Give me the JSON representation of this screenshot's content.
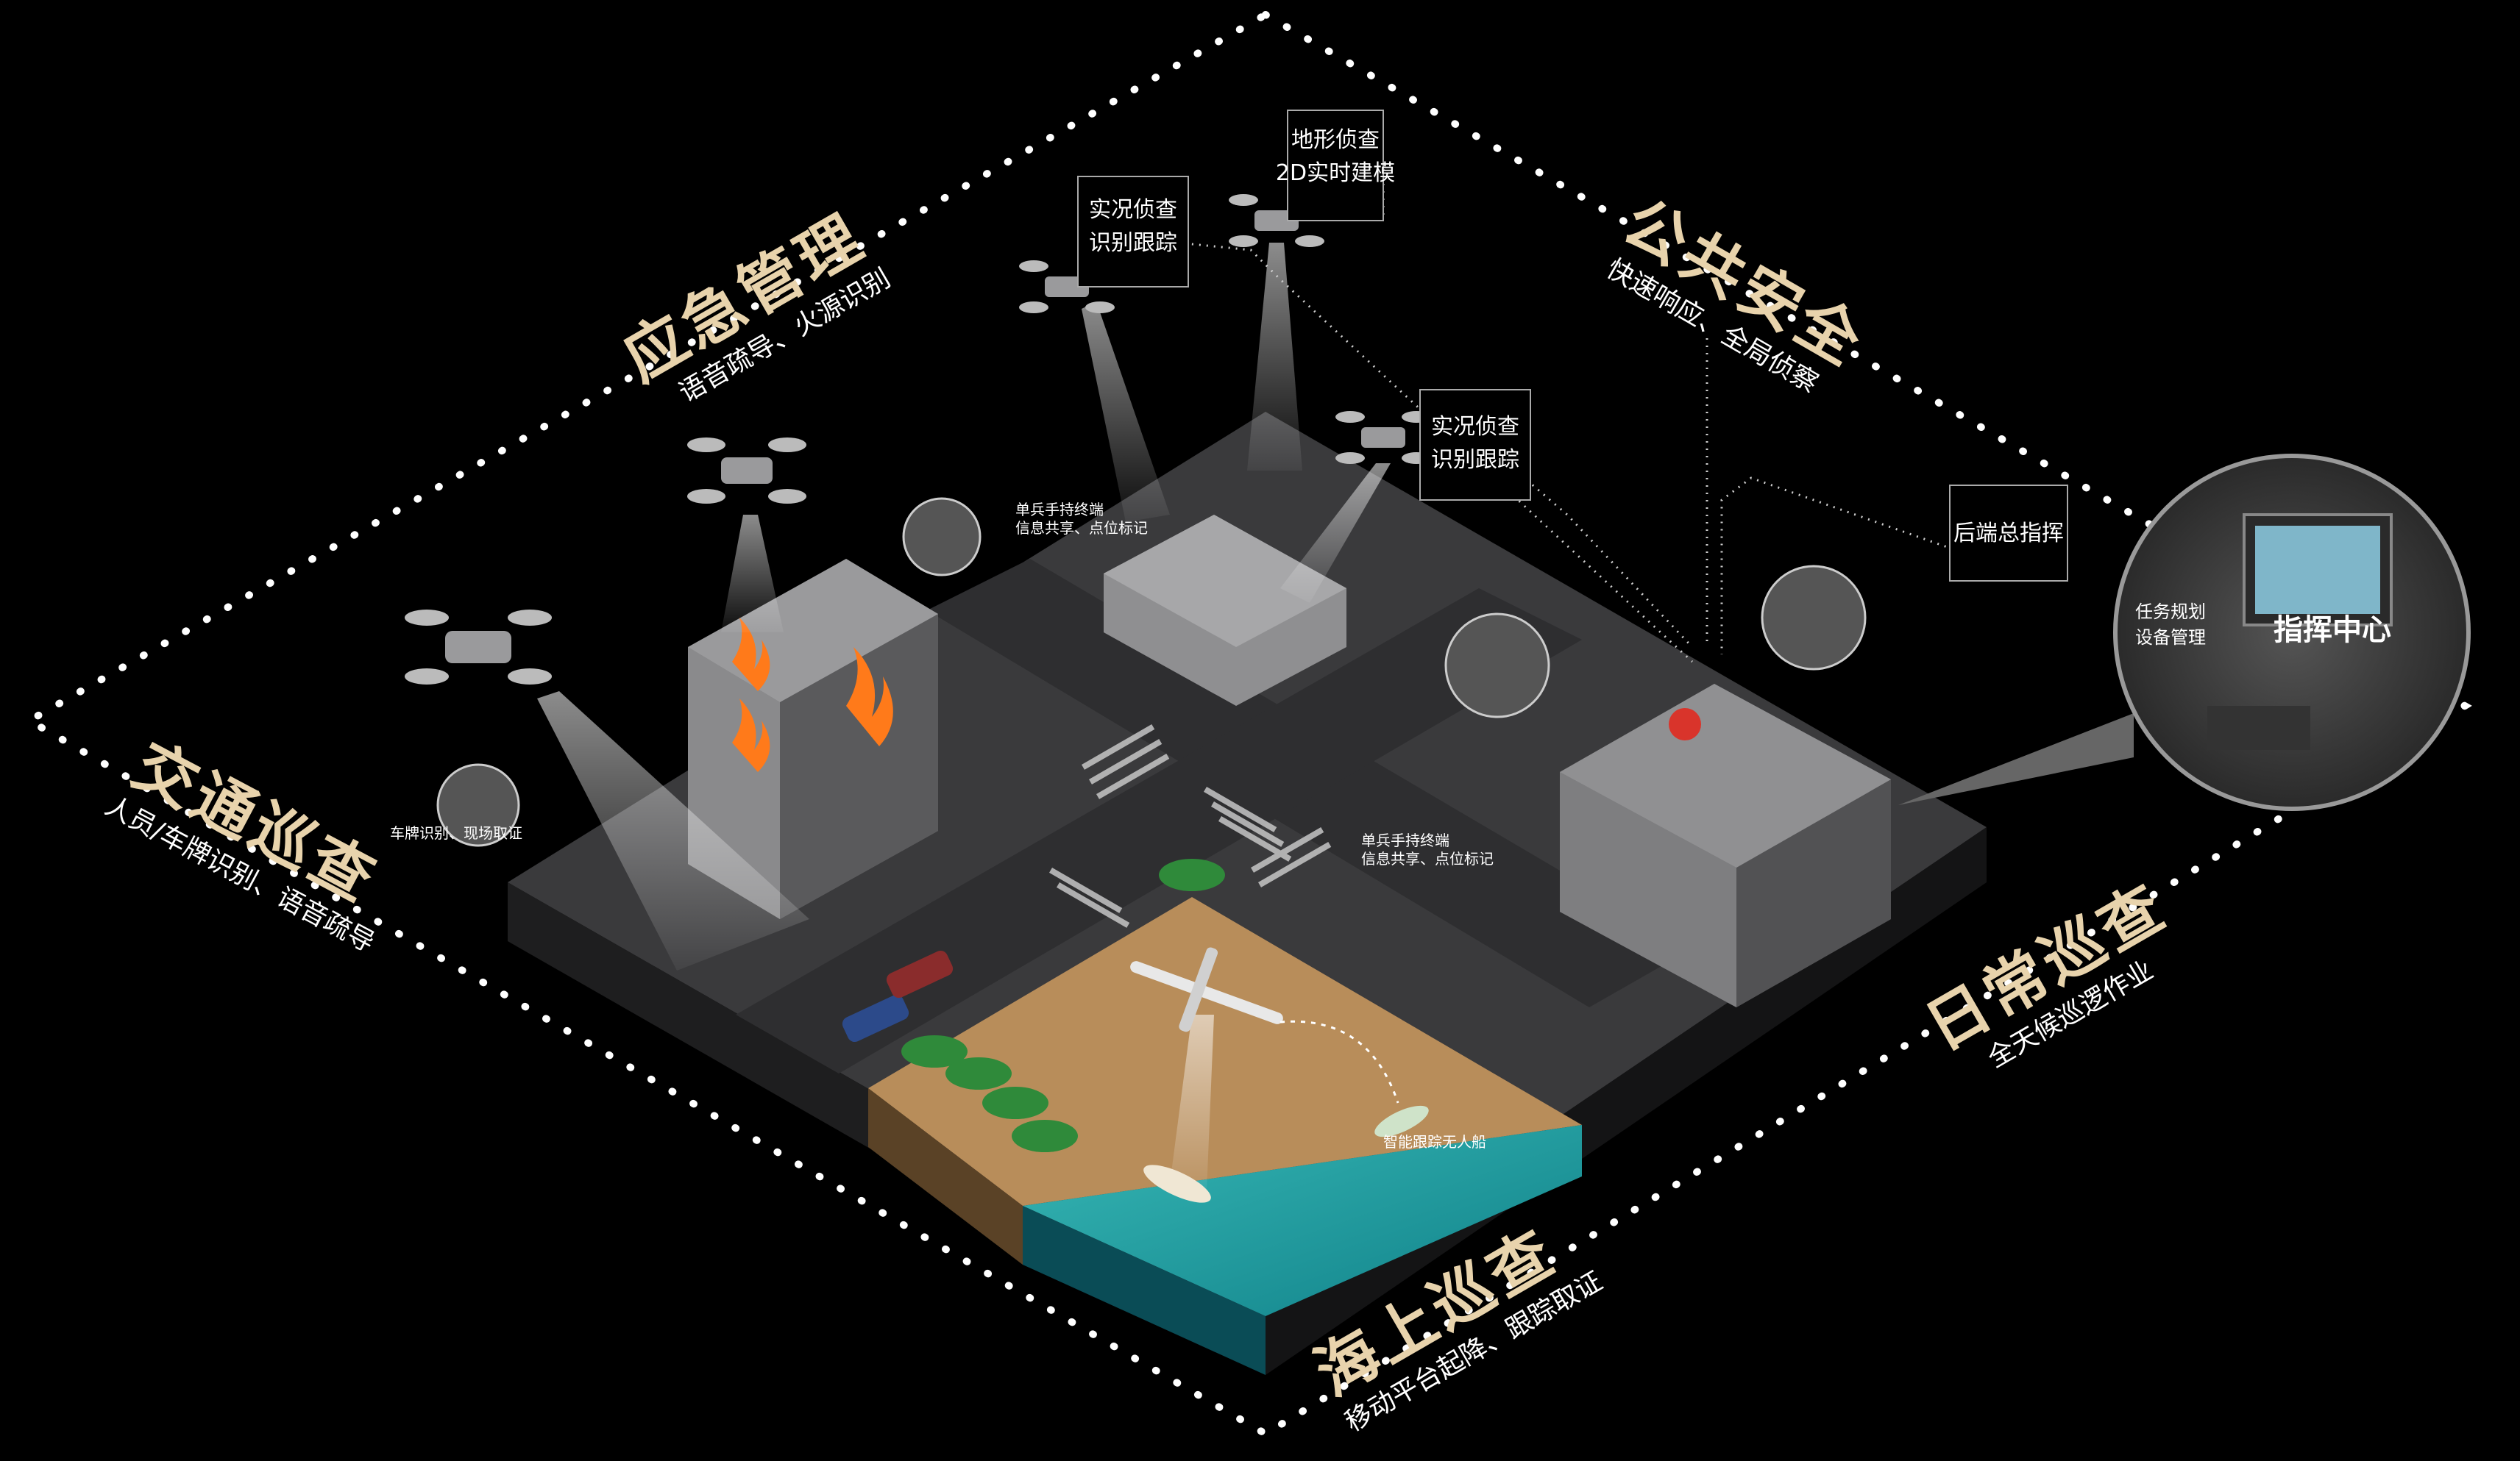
{
  "zones": {
    "emergency": {
      "title": "应急管理",
      "subtitle": "语音疏导、火源识别"
    },
    "public_safety": {
      "title": "公共安全",
      "subtitle": "快速响应、全局侦察"
    },
    "traffic": {
      "title": "交通巡查",
      "subtitle": "人员/车牌识别、语音疏导"
    },
    "daily": {
      "title": "日常巡查",
      "subtitle": "全天候巡逻作业"
    },
    "maritime": {
      "title": "海上巡查",
      "subtitle": "移动平台起降、跟踪取证"
    }
  },
  "callouts": {
    "terrain": [
      "地形侦查",
      "2D实时建模"
    ],
    "live_recon_1": [
      "实况侦查",
      "识别跟踪"
    ],
    "live_recon_2": [
      "实况侦查",
      "识别跟踪"
    ],
    "backend": "后端总指挥"
  },
  "small_labels": {
    "soldier_1": [
      "单兵手持终端",
      "信息共享、点位标记"
    ],
    "soldier_2": [
      "单兵手持终端",
      "信息共享、点位标记"
    ],
    "plate": "车牌识别、现场取证",
    "boat": "智能跟踪无人船"
  },
  "command_center": {
    "title": "指挥中心",
    "side": [
      "任务规划",
      "设备管理"
    ]
  },
  "colors": {
    "title_gold": "#e8d3ac",
    "ground": "#3f3f41",
    "sand": "#b88d5a",
    "sea": "#1fa3a6",
    "fire": "#ff7a1a"
  }
}
